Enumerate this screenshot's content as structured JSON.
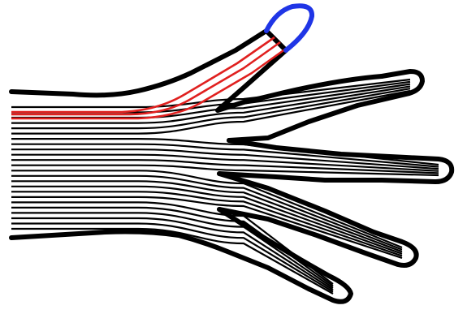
{
  "colors": {
    "background": "#ffffff",
    "outline": "#000000",
    "fiber": "#000000",
    "highlighted_fiber": "#e0201f",
    "highlighted_fingertip": "#1f35e6"
  },
  "figure": {
    "subject": "hand-fiber-bundle",
    "fingers": [
      "index-finger",
      "middle-finger",
      "ring-finger",
      "little-finger"
    ],
    "highlighted_finger": "index-finger"
  }
}
